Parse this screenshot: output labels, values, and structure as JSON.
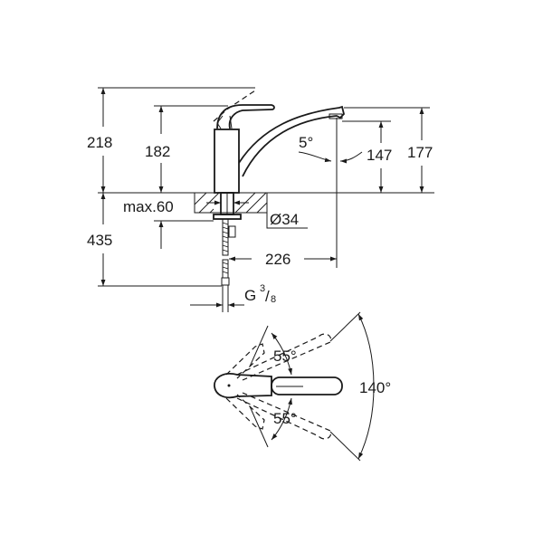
{
  "drawing": {
    "subject": "single-lever kitchen faucet technical drawing",
    "side_view": {
      "dimensions": {
        "total_height": "218",
        "body_height": "182",
        "spout_height": "177",
        "outlet_clearance": "147",
        "spout_angle": "5°",
        "max_counter_thickness": "max.60",
        "hole_diameter": "Ø34",
        "spout_reach": "226",
        "below_counter_length": "435",
        "connection_thread": "G",
        "connection_thread_num": "3",
        "connection_thread_den": "8"
      }
    },
    "top_view": {
      "dimensions": {
        "lever_angle_upper": "55°",
        "lever_angle_lower": "55°",
        "spout_swivel_range": "140°"
      }
    },
    "colors": {
      "line": "#1a1a1a",
      "background": "#ffffff"
    }
  }
}
